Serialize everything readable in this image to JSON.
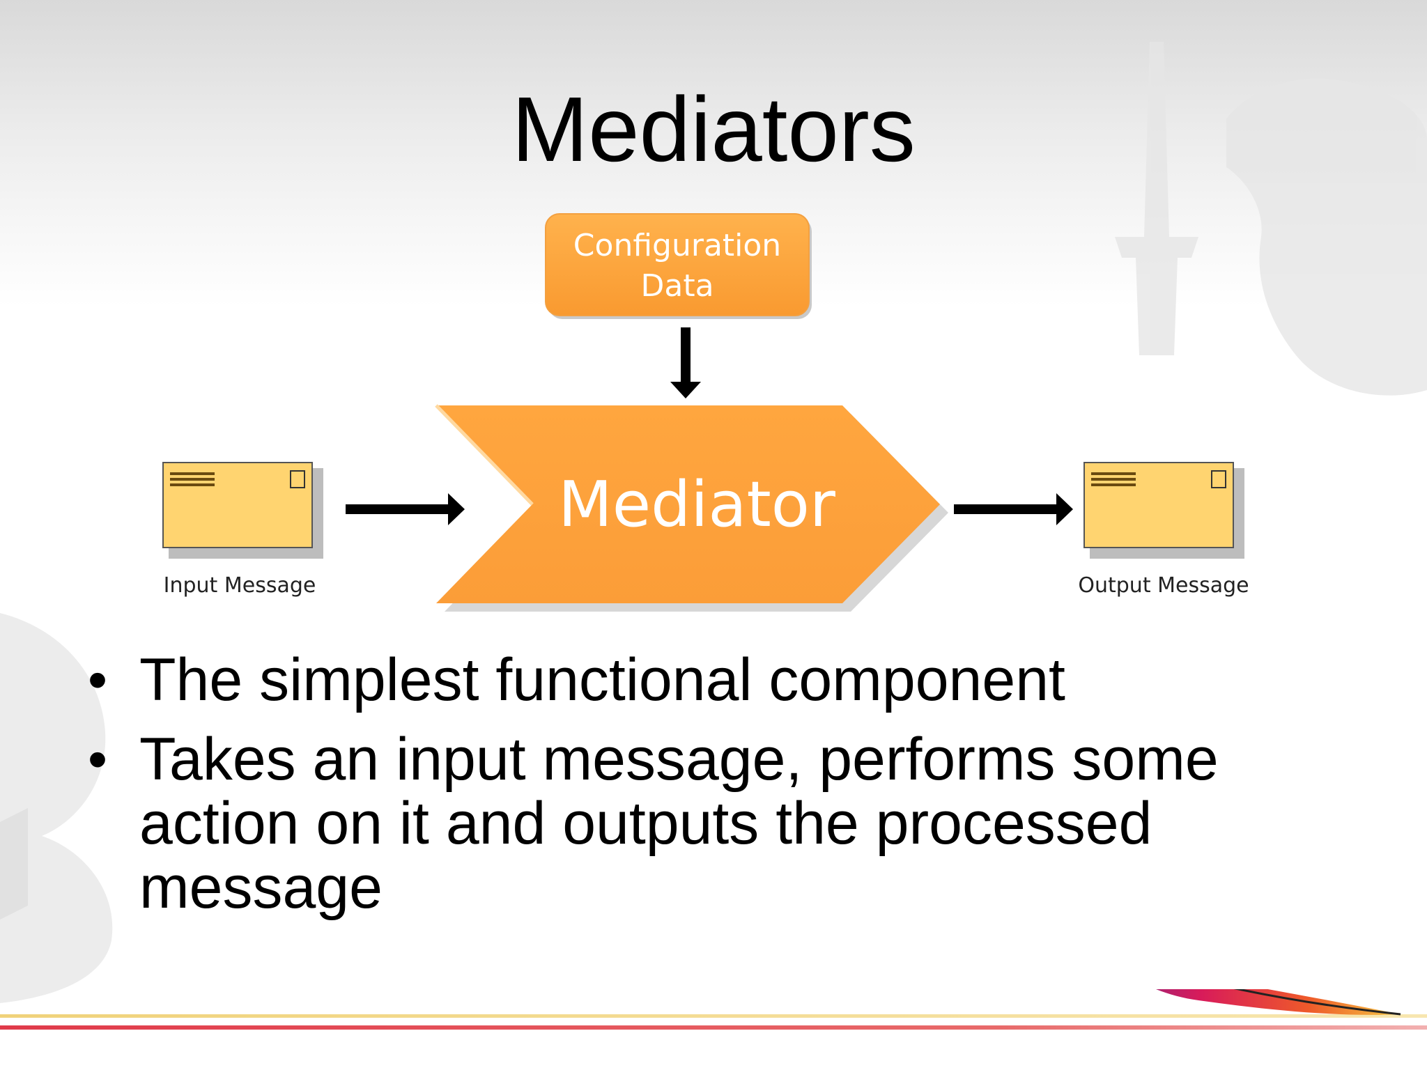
{
  "slide": {
    "title": "Mediators",
    "bullets": [
      "The simplest functional component",
      "Takes an input message, performs some action on it and outputs the processed message"
    ]
  },
  "diagram": {
    "config_box": {
      "line1": "Configuration",
      "line2": "Data"
    },
    "mediator_label": "Mediator",
    "input_label": "Input Message",
    "output_label": "Output Message",
    "edges": [
      {
        "from": "config-data",
        "to": "mediator"
      },
      {
        "from": "input-message",
        "to": "mediator"
      },
      {
        "from": "mediator",
        "to": "output-message"
      }
    ],
    "colors": {
      "orange": "#fda33f",
      "orange_light": "#ffbd62",
      "envelope": "#ffd470",
      "arrow": "#000000"
    }
  },
  "decor": {
    "icons": [
      "feather-icon",
      "dragon-watermark-icon"
    ]
  }
}
